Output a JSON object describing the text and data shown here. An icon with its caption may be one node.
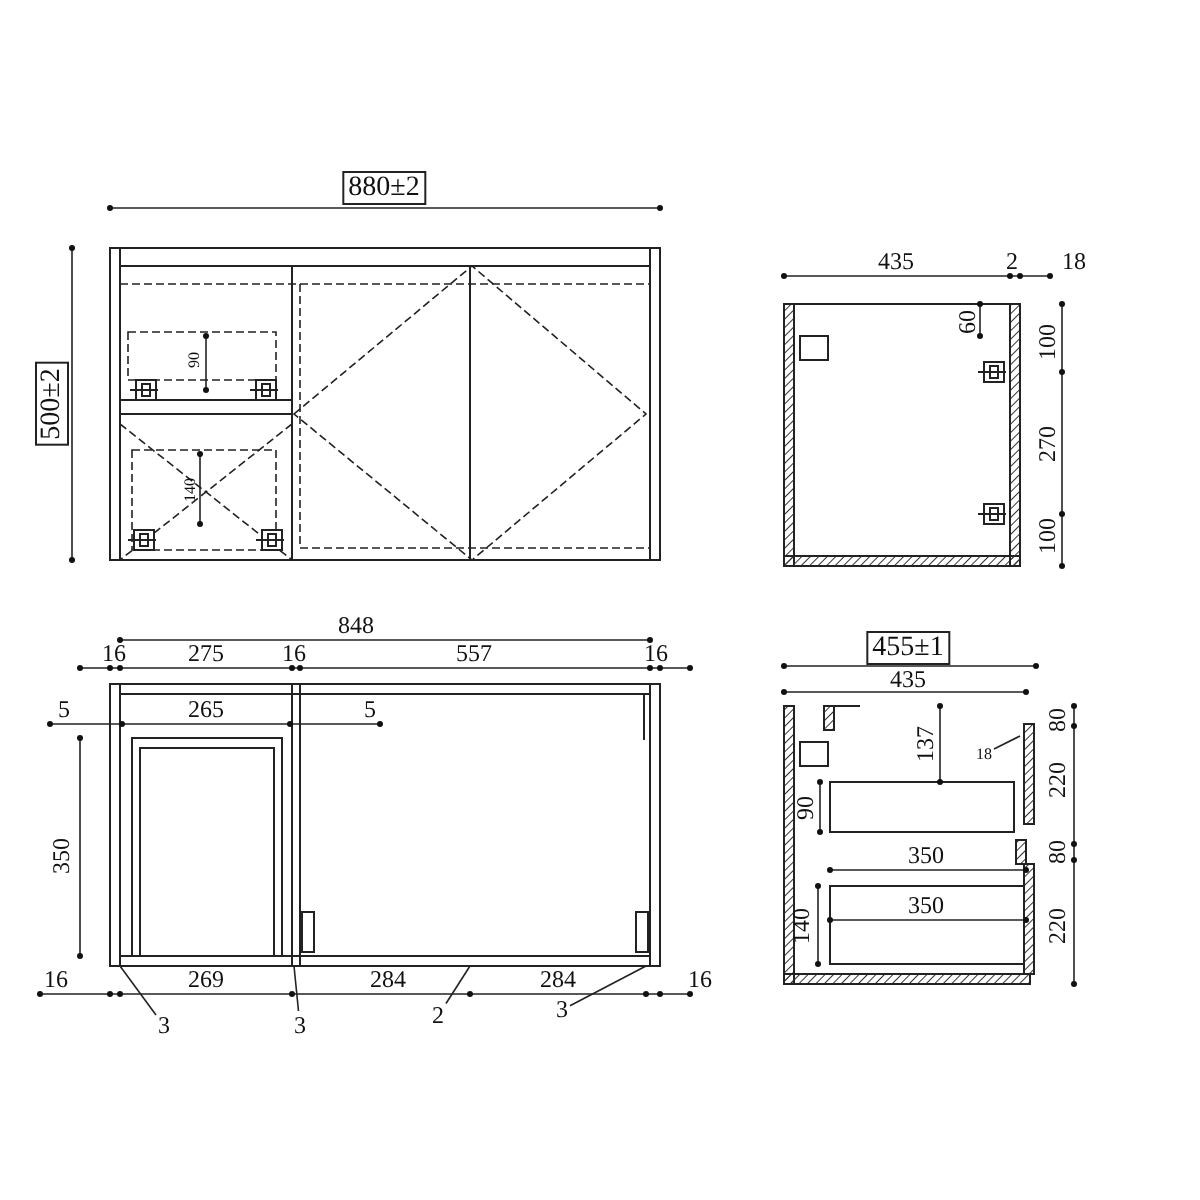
{
  "diagram": {
    "nodes": [
      {
        "text": [
          "3"
        ]
      },
      {
        "text": [
          "3"
        ]
      },
      {
        "text": [
          "2"
        ]
      },
      {
        "text": [
          "3"
        ]
      },
      {
        "text": [
          "18"
        ]
      },
      {
        "text": [],
        "shape": "picture"
      }
    ],
    "edges": [
      {
        "from": 0,
        "to": 5,
        "arrow": "none"
      },
      {
        "from": 1,
        "to": 5,
        "arrow": "none"
      },
      {
        "from": 2,
        "to": 5,
        "arrow": "none"
      },
      {
        "from": 3,
        "to": 5,
        "arrow": "none"
      },
      {
        "from": 4,
        "to": null,
        "arrow": "none"
      }
    ],
    "labels": [
      "880±2",
      "500±2",
      "90",
      "140",
      "435",
      "2",
      "18",
      "60",
      "100",
      "270",
      "100",
      "848",
      "16",
      "275",
      "16",
      "557",
      "16",
      "5",
      "265",
      "5",
      "350",
      "16",
      "269",
      "284",
      "284",
      "16",
      "455±1",
      "435",
      "80",
      "137",
      "220",
      "90",
      "350",
      "80",
      "350",
      "140",
      "220"
    ]
  }
}
